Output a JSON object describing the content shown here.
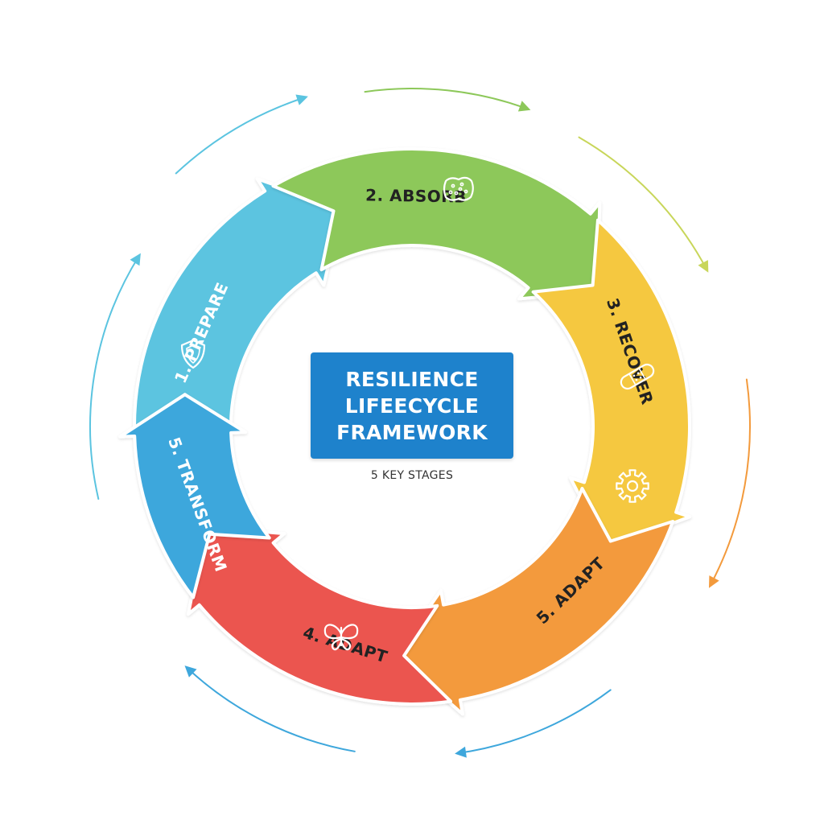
{
  "title": {
    "lines": [
      "RESILIENCE",
      "LIFEECYCLE",
      "FRAMEWORK"
    ],
    "subtitle": "5 KEY STAGES"
  },
  "stages": [
    {
      "label": "1. PREPARE",
      "color": "#5bc4e0",
      "icon": "shield-icon",
      "text_color": "#ffffff"
    },
    {
      "label": "2. ABSORB",
      "color": "#8dc85a",
      "icon": "sponge-icon",
      "text_color": "#222222"
    },
    {
      "label": "3. RECOVER",
      "color": "#f5c83f",
      "icon": "bandage-icon",
      "text_color": "#222222"
    },
    {
      "label": "5. ADAPT",
      "color": "#f39a3c",
      "icon": "gear-icon",
      "text_color": "#222222"
    },
    {
      "label": "4. ADAPT",
      "color": "#eb5450",
      "icon": "butterfly-icon",
      "text_color": "#222222"
    },
    {
      "label": "5. TRANSFORM",
      "color": "#3ea7dc",
      "icon": "",
      "text_color": "#ffffff"
    }
  ],
  "accent": {
    "title_box": "#1e82cc"
  },
  "outer_arrows": [
    "#8dc85a",
    "#f5c83f",
    "#f39a3c",
    "#3ea7dc",
    "#3ea7dc",
    "#5bc4e0"
  ]
}
